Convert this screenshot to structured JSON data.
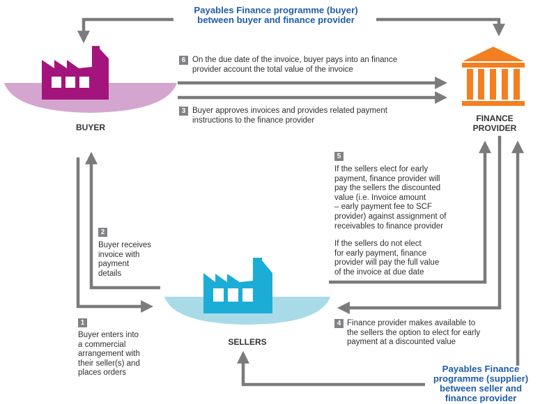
{
  "colors": {
    "arrow": "#7b7b7b",
    "buyer": "#a3157c",
    "buyer_bowl": "#d4a6cf",
    "sellers": "#1badd6",
    "sellers_bowl": "#a8dbe7",
    "finance": "#f37f20",
    "heading_blue": "#1f5da8",
    "badge": "#808285"
  },
  "icons": {
    "buyer": "factory-icon",
    "sellers": "factory-icon",
    "finance_provider": "bank-building-icon"
  },
  "top_programme": "Payables Finance programme (buyer)\nbetween buyer and finance provider",
  "bottom_programme": "Payables Finance\nprogramme (supplier)\nbetween seller and\nfinance provider",
  "buyer": {
    "label": "BUYER"
  },
  "sellers": {
    "label": "SELLERS"
  },
  "finance_provider": {
    "label": "FINANCE\nPROVIDER"
  },
  "steps": [
    {
      "number": "1",
      "text": "Buyer enters into\na commercial\narrangement with\ntheir seller(s) and\nplaces orders"
    },
    {
      "number": "2",
      "text": "Buyer receives\ninvoice with\npayment\ndetails"
    },
    {
      "number": "3",
      "text": "Buyer approves invoices and provides related payment\ninstructions to the finance provider"
    },
    {
      "number": "4",
      "text": "Finance provider makes available to\nthe sellers the option to elect for early\npayment at a discounted value"
    },
    {
      "number": "5",
      "text": "If the sellers elect for early\npayment, finance provider will\npay the sellers the discounted\nvalue (i.e. Invoice amount\n– early payment fee to SCF\nprovider) against assignment of\nreceivables to finance provider",
      "text2": "If the sellers do not elect\nfor early payment, finance\nprovider will pay the full value\nof the invoice at due date"
    },
    {
      "number": "6",
      "text": "On the due date of the invoice, buyer pays into an finance\nprovider account the total value of the invoice"
    }
  ]
}
